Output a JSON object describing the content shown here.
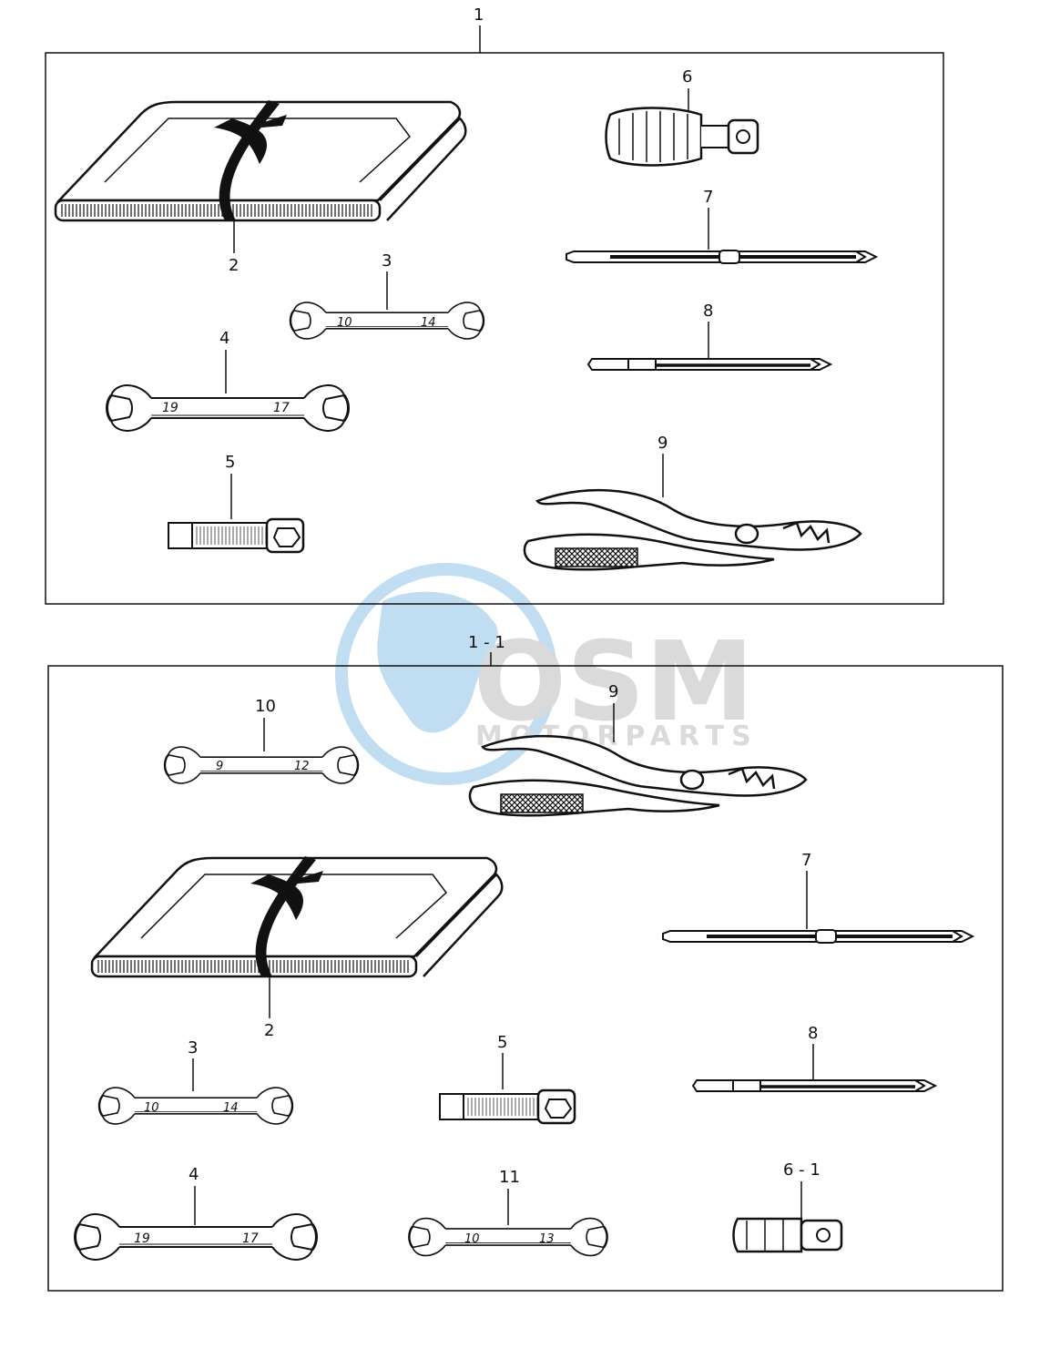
{
  "watermark": {
    "brand": "OSM",
    "subtitle": "MOTORPARTS",
    "color_globe": "#8fc3e8",
    "color_text": "#c9c9c9"
  },
  "groups": [
    {
      "id": "set-1",
      "label": "1",
      "items": [
        {
          "part": "2",
          "kind": "tool-bag"
        },
        {
          "part": "3",
          "kind": "wrench",
          "sizes": [
            "10",
            "14"
          ]
        },
        {
          "part": "4",
          "kind": "wrench",
          "sizes": [
            "19",
            "17"
          ]
        },
        {
          "part": "5",
          "kind": "plug-wrench"
        },
        {
          "part": "6",
          "kind": "screwdriver-grip"
        },
        {
          "part": "7",
          "kind": "screwdriver-blade"
        },
        {
          "part": "8",
          "kind": "screwdriver-blade-short"
        },
        {
          "part": "9",
          "kind": "pliers"
        }
      ]
    },
    {
      "id": "set-1-1",
      "label": "1 - 1",
      "items": [
        {
          "part": "10",
          "kind": "wrench",
          "sizes": [
            "9",
            "12"
          ]
        },
        {
          "part": "9",
          "kind": "pliers"
        },
        {
          "part": "2",
          "kind": "tool-bag"
        },
        {
          "part": "7",
          "kind": "screwdriver-blade"
        },
        {
          "part": "3",
          "kind": "wrench",
          "sizes": [
            "10",
            "14"
          ]
        },
        {
          "part": "5",
          "kind": "plug-wrench"
        },
        {
          "part": "8",
          "kind": "screwdriver-blade-short"
        },
        {
          "part": "4",
          "kind": "wrench",
          "sizes": [
            "19",
            "17"
          ]
        },
        {
          "part": "11",
          "kind": "wrench",
          "sizes": [
            "10",
            "13"
          ]
        },
        {
          "part": "6 - 1",
          "kind": "screwdriver-grip-small"
        }
      ]
    }
  ]
}
